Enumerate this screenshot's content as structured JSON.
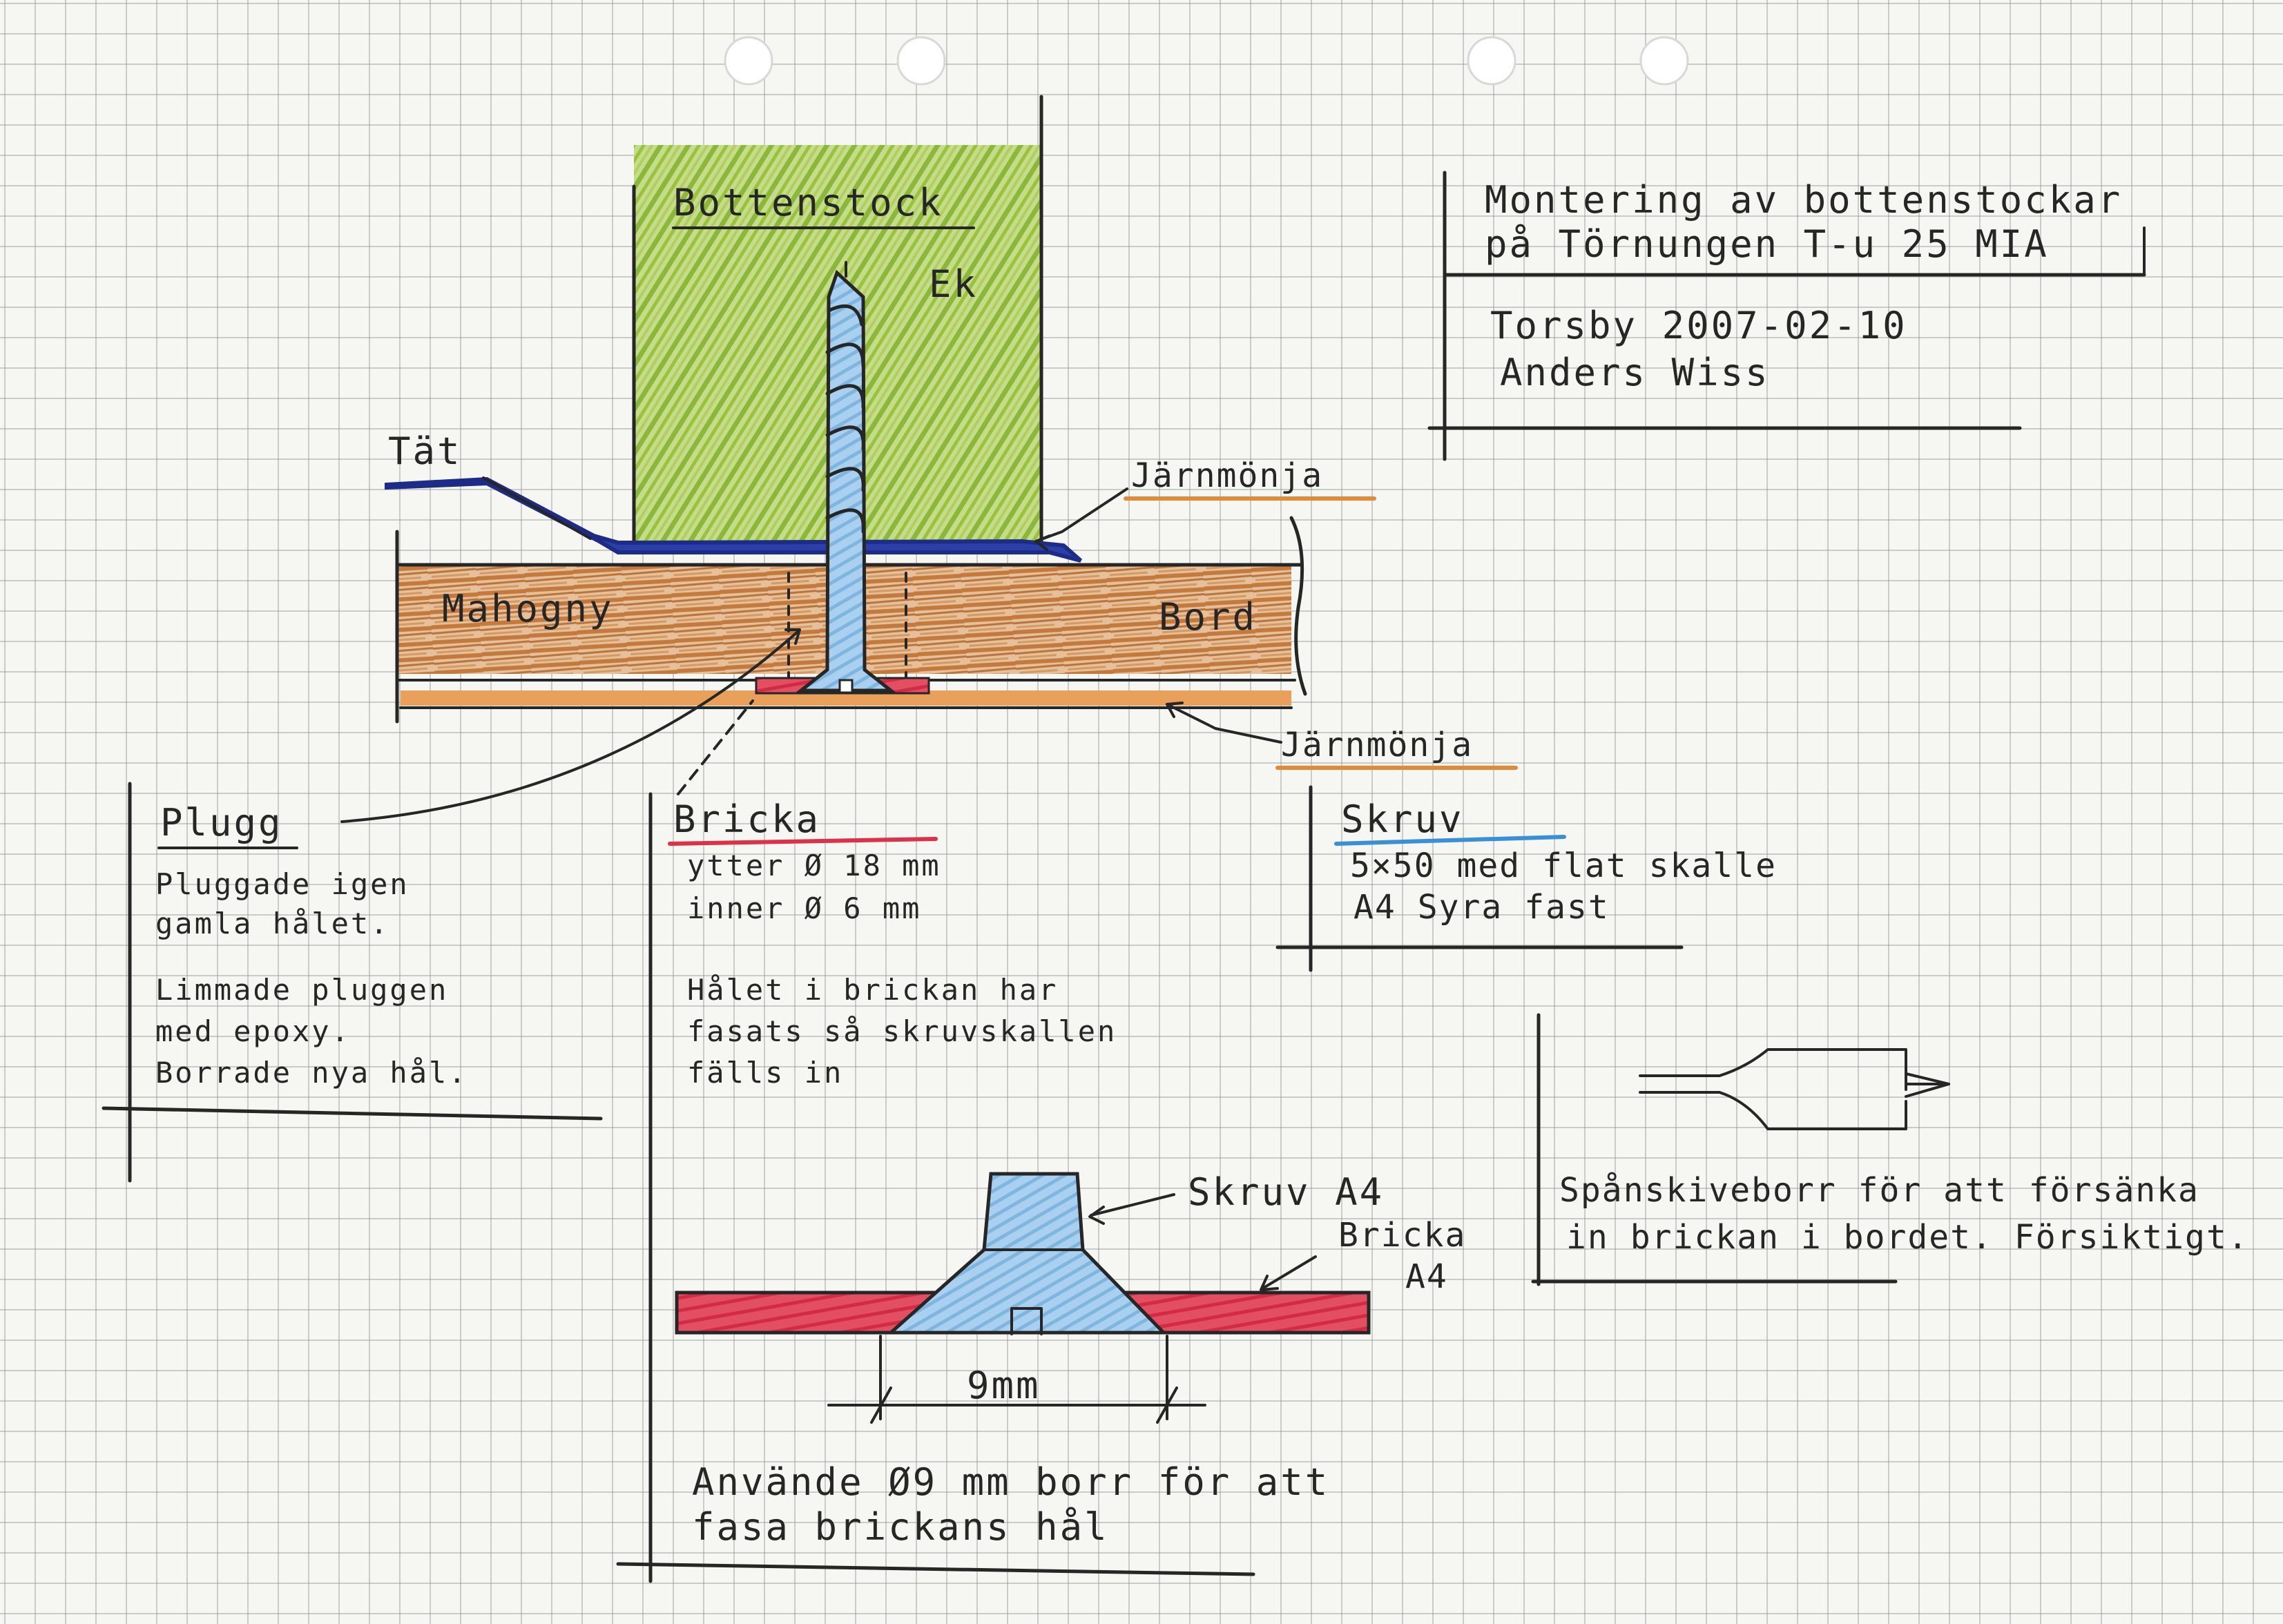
{
  "title_block": {
    "line1": "Montering av bottenstockar",
    "line2": "på Törnungen T-u 25 MIA",
    "place_date": "Torsby 2007-02-10",
    "author": "Anders Wiss"
  },
  "main_drawing": {
    "labels": {
      "bottenstock": "Bottenstock",
      "ek": "Ek",
      "tat": "Tät",
      "jarnmonja_top": "Järnmönja",
      "mahogny": "Mahogny",
      "bord": "Bord",
      "jarnmonja_bottom": "Järnmönja"
    }
  },
  "notes": {
    "plugg": {
      "heading": "Plugg",
      "lines": [
        "Pluggade igen",
        "gamla hålet.",
        "Limmade pluggen",
        "med epoxy.",
        "Borrade nya hål."
      ]
    },
    "bricka": {
      "heading": "Bricka",
      "lines": [
        "ytter Ø 18 mm",
        "inner Ø 6 mm",
        "Hålet i brickan har",
        "fasats så skruvskallen",
        "fälls in"
      ]
    },
    "skruv": {
      "heading": "Skruv",
      "lines": [
        "5×50 med flat skalle",
        "A4 Syra fast"
      ]
    },
    "detail": {
      "skruv_label": "Skruv A4",
      "bricka_label_1": "Bricka",
      "bricka_label_2": "A4",
      "dimension": "9mm",
      "caption_1": "Använde Ø9 mm borr för att",
      "caption_2": "fasa brickans hål"
    },
    "drill": {
      "line1": "Spånskiveborr för att försänka",
      "line2": "in brickan i bordet. Försiktigt."
    }
  },
  "colors": {
    "oak": "#9bc23c",
    "mahogany": "#c47a3c",
    "red_lead": "#e28a3a",
    "sealant": "#2c3fa8",
    "washer": "#dc3248",
    "screw": "#7fb6e0",
    "punch_hole": "#ffffff"
  },
  "icons": [
    "punch-hole-icon",
    "spade-drill-bit-icon"
  ]
}
